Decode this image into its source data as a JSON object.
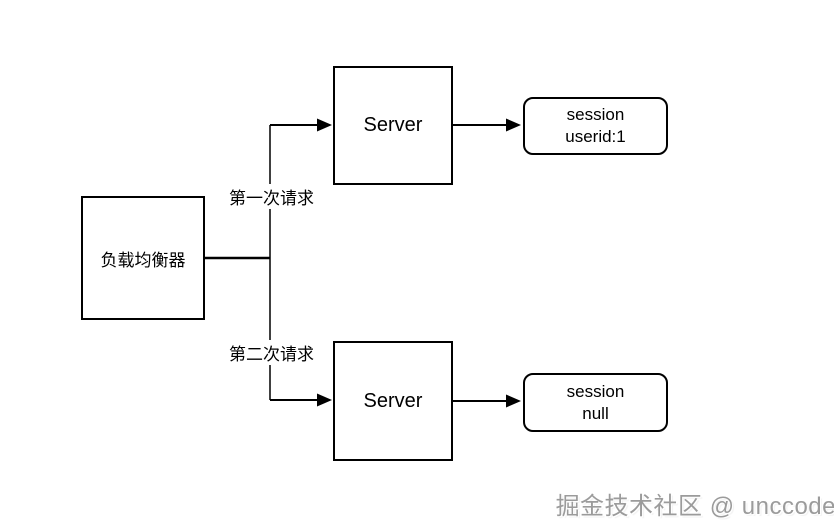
{
  "diagram": {
    "load_balancer": {
      "label": "负载均衡器"
    },
    "server_top": {
      "label": "Server"
    },
    "server_bottom": {
      "label": "Server"
    },
    "session_top": {
      "line1": "session",
      "line2": "userid:1"
    },
    "session_bottom": {
      "line1": "session",
      "line2": "null"
    },
    "edge_labels": {
      "first_request": "第一次请求",
      "second_request": "第二次请求"
    }
  },
  "watermark": {
    "text": "掘金技术社区 @ unccode"
  },
  "colors": {
    "stroke": "#000000",
    "node_fill": "#ffffff",
    "background": "#ffffff",
    "watermark_text": "#9b9b9b"
  }
}
